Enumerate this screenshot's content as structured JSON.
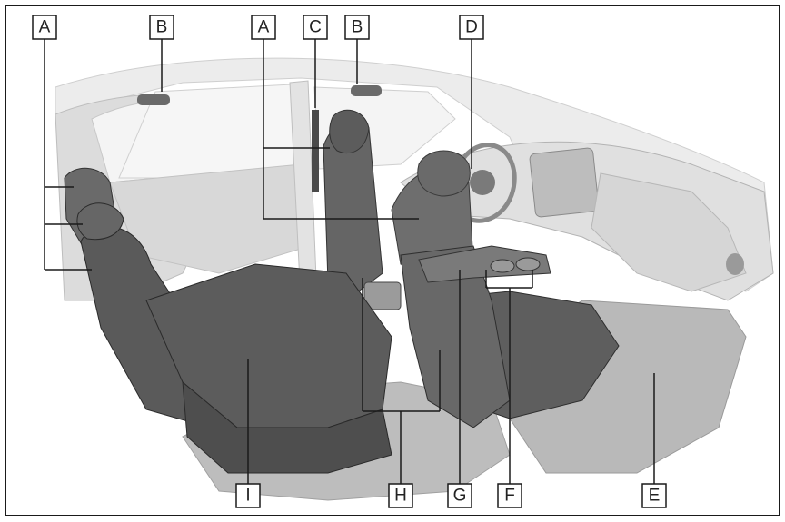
{
  "callouts": {
    "a1": "A",
    "b1": "B",
    "a2": "A",
    "c": "C",
    "b2": "B",
    "d": "D",
    "i": "I",
    "h": "H",
    "g": "G",
    "f": "F",
    "e": "E"
  },
  "colors": {
    "body_shell": "#e6e6e6",
    "panel": "#d4d4d4",
    "seat_dark": "#5c5c5c",
    "seat_mid": "#7a7a7a",
    "floor": "#b7b7b7",
    "outline": "#1a1a1a"
  }
}
